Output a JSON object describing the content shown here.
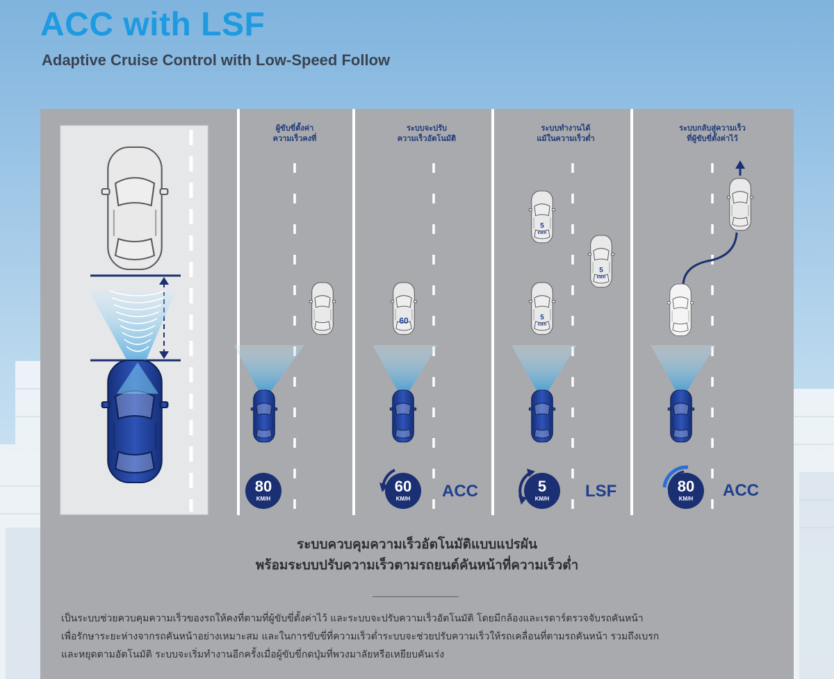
{
  "header": {
    "title": "ACC with LSF",
    "subtitle": "Adaptive Cruise Control with Low-Speed Follow"
  },
  "scenes": [
    {
      "caption_lines": [
        "ผู้ขับขี่ตั้งค่า",
        "ความเร็วคงที่"
      ],
      "speed": "80",
      "unit": "KM/H",
      "mode": ""
    },
    {
      "caption_lines": [
        "ระบบจะปรับ",
        "ความเร็วอัตโนมัติ"
      ],
      "speed": "60",
      "unit": "KM/H",
      "mode": "ACC",
      "lead_car_speed": "60"
    },
    {
      "caption_lines": [
        "ระบบทำงานได้",
        "แม้ในความเร็วต่ำ"
      ],
      "speed": "5",
      "unit": "KM/H",
      "mode": "LSF",
      "lead_car_speeds": [
        "5",
        "5",
        "5"
      ],
      "lead_car_unit": "KM/H"
    },
    {
      "caption_lines": [
        "ระบบกลับสู่ความเร็ว",
        "ที่ผู้ขับขี่ตั้งค่าไว้"
      ],
      "speed": "80",
      "unit": "KM/H",
      "mode": "ACC"
    }
  ],
  "headline_lines": [
    "ระบบควบคุมความเร็วอัตโนมัติแบบแปรผัน",
    "พร้อมระบบปรับความเร็วตามรถยนต์คันหน้าที่ความเร็วต่ำ"
  ],
  "description_lines": [
    "เป็นระบบช่วยควบคุมความเร็วของรถให้คงที่ตามที่ผู้ขับขี่ตั้งค่าไว้ และระบบจะปรับความเร็วอัตโนมัติ โดยมีกล้องและเรดาร์ตรวจจับรถคันหน้า",
    "เพื่อรักษาระยะห่างจากรถคันหน้าอย่างเหมาะสม และในการขับขี่ที่ความเร็วต่ำระบบจะช่วยปรับความเร็วให้รถเคลื่อนที่ตามรถคันหน้า รวมถึงเบรก",
    "และหยุดตามอัตโนมัติ ระบบจะเริ่มทำงานอีกครั้งเมื่อผู้ขับขี่กดปุ่มที่พวงมาลัยหรือเหยียบคันเร่ง"
  ],
  "icons": [
    "car-top-view-icon",
    "sensor-beam-icon",
    "radar-wave-icon",
    "distance-arrow-icon",
    "speed-badge-icon",
    "lane-change-arrow-icon"
  ],
  "colors": {
    "title": "#1e9ae0",
    "ego_car": "#1d3a8f",
    "accent_dark": "#1d3f8f",
    "beam": "#8cd1f2",
    "panel": "#a9aaad"
  }
}
